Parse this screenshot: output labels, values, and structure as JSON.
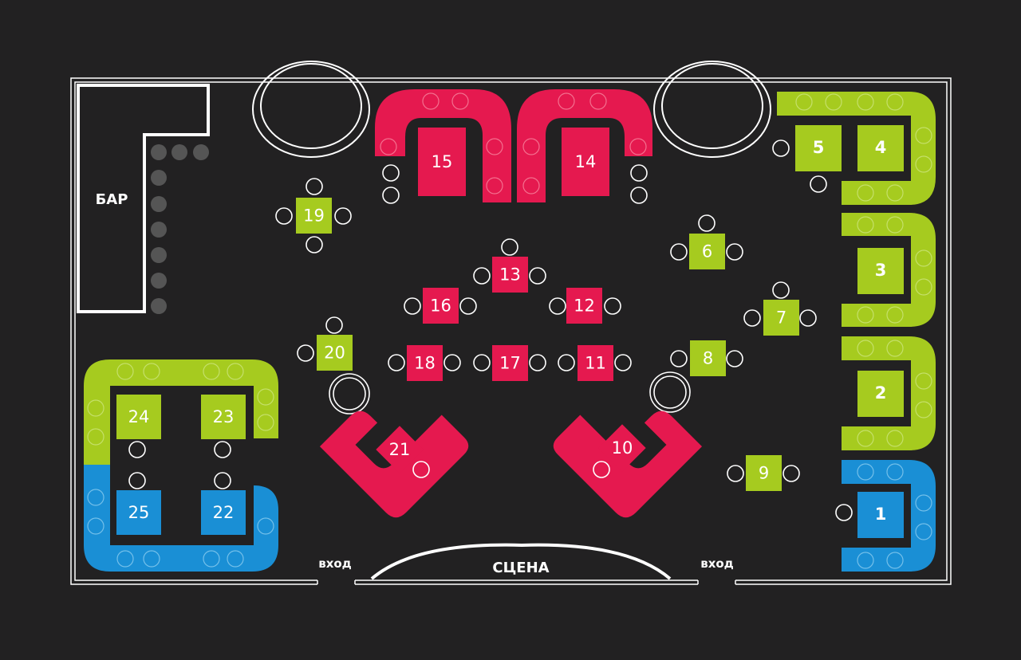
{
  "labels": {
    "bar": "БАР",
    "stage": "СЦЕНА",
    "entrance_left": "вход",
    "entrance_right": "вход"
  },
  "colors": {
    "background": "#222122",
    "green": "#a6cb1f",
    "red": "#e5194f",
    "blue": "#1a8fd5",
    "lines": "#ffffff",
    "stool": "#555555"
  },
  "tables": [
    {
      "number": "1",
      "zone": "blue"
    },
    {
      "number": "2",
      "zone": "green"
    },
    {
      "number": "3",
      "zone": "green"
    },
    {
      "number": "4",
      "zone": "green"
    },
    {
      "number": "5",
      "zone": "green"
    },
    {
      "number": "6",
      "zone": "green"
    },
    {
      "number": "7",
      "zone": "green"
    },
    {
      "number": "8",
      "zone": "green"
    },
    {
      "number": "9",
      "zone": "green"
    },
    {
      "number": "10",
      "zone": "red"
    },
    {
      "number": "11",
      "zone": "red"
    },
    {
      "number": "12",
      "zone": "red"
    },
    {
      "number": "13",
      "zone": "red"
    },
    {
      "number": "14",
      "zone": "red"
    },
    {
      "number": "15",
      "zone": "red"
    },
    {
      "number": "16",
      "zone": "red"
    },
    {
      "number": "17",
      "zone": "red"
    },
    {
      "number": "18",
      "zone": "red"
    },
    {
      "number": "19",
      "zone": "green"
    },
    {
      "number": "20",
      "zone": "green"
    },
    {
      "number": "21",
      "zone": "red"
    },
    {
      "number": "22",
      "zone": "blue"
    },
    {
      "number": "23",
      "zone": "green"
    },
    {
      "number": "24",
      "zone": "green"
    },
    {
      "number": "25",
      "zone": "blue"
    }
  ]
}
